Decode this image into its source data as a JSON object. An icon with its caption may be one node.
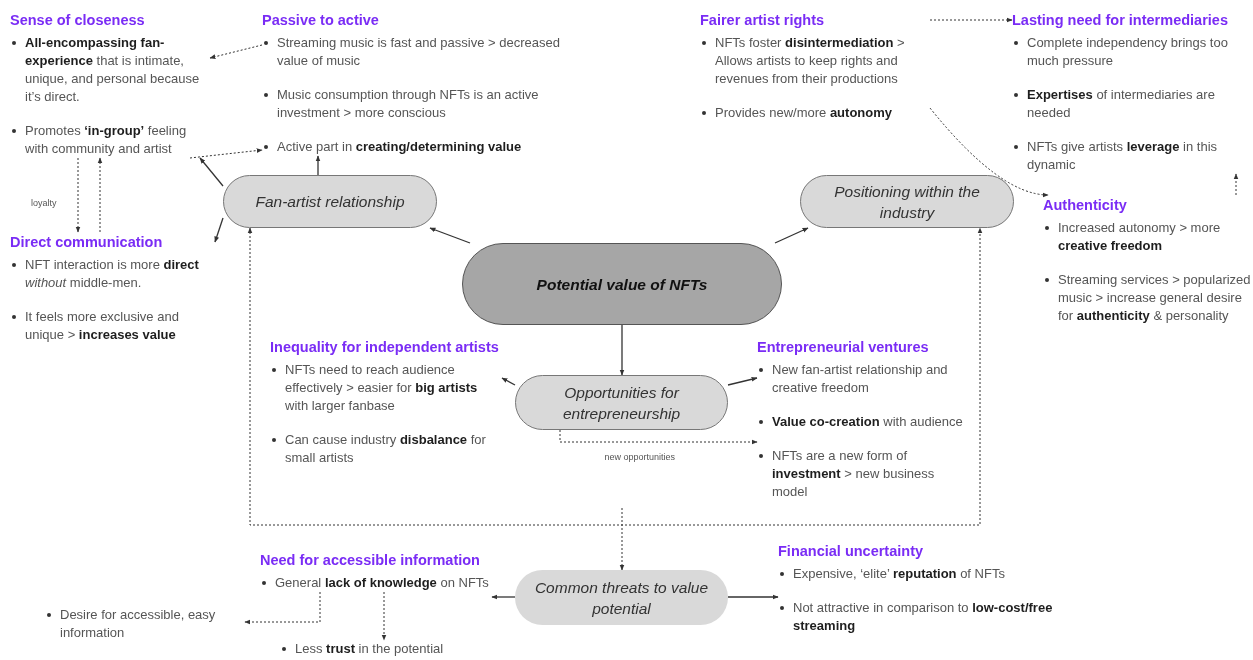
{
  "diagram": {
    "nodes": [
      {
        "text": [
          "Sense of closeness",
          "**All-encompassing fan-experience** that is intimate, unique, and personal because it’s direct.",
          "Promotes **‘in-group’** feeling with community and artist"
        ]
      },
      {
        "text": [
          "Passive to active",
          "Streaming music is fast and passive > decreased value of music",
          "Music consumption through NFTs is an active investment > more conscious",
          "Active part in **creating/determining value**"
        ]
      },
      {
        "text": [
          "Fairer artist rights",
          "NFTs foster **disintermediation** > Allows artists to keep rights and revenues from their productions",
          "Provides new/more **autonomy**"
        ]
      },
      {
        "text": [
          "Lasting need for intermediaries",
          "Complete independency brings too much pressure",
          "**Expertises** of intermediaries are needed",
          "NFTs give artists **leverage** in this dynamic"
        ]
      },
      {
        "text": [
          "Direct communication",
          "NFT interaction is more **direct** *without* middle-men.",
          "It feels more exclusive and unique > **increases value**"
        ]
      },
      {
        "text": [
          "Fan-artist relationship"
        ]
      },
      {
        "text": [
          "Positioning within the industry"
        ]
      },
      {
        "text": [
          "Authenticity",
          "Increased autonomy > more **creative freedom**",
          "Streaming services > popularized music > increase general desire for **authenticity** & personality"
        ]
      },
      {
        "text": [
          "Potential value of NFTs"
        ]
      },
      {
        "text": [
          "Inequality for independent artists",
          "NFTs need to reach audience effectively > easier for **big artists** with larger fanbase",
          "Can cause industry **disbalance** for small artists"
        ]
      },
      {
        "text": [
          "Opportunities for entrepreneurship"
        ]
      },
      {
        "text": [
          "Entrepreneurial ventures",
          "New fan-artist relationship and creative freedom",
          "**Value co-creation** with audience",
          "NFTs are a new form of **investment** > new business model"
        ]
      },
      {
        "text": [
          "Need for accessible information",
          "General **lack of knowledge** on NFTs"
        ]
      },
      {
        "text": [
          "Common threats to value potential"
        ]
      },
      {
        "text": [
          "Financial uncertainty",
          "Expensive, ‘elite’ **reputation** of NFTs",
          "Not attractive in comparison to **low-cost/free streaming**"
        ]
      },
      {
        "text": [
          "Desire for accessible, easy information"
        ]
      },
      {
        "text": [
          "Less **trust** in the potential"
        ]
      }
    ],
    "edges": [
      {
        "from": 8,
        "to": 5,
        "arrow": "to"
      },
      {
        "from": 8,
        "to": 6,
        "arrow": "to"
      },
      {
        "from": 8,
        "to": 10,
        "arrow": "to"
      },
      {
        "from": 5,
        "to": 1,
        "arrow": "to"
      },
      {
        "from": 5,
        "to": 0,
        "arrow": "to"
      },
      {
        "from": 5,
        "to": 4,
        "arrow": "to"
      },
      {
        "from": 0,
        "to": 1,
        "arrow": "to",
        "style": "dashed"
      },
      {
        "from": 1,
        "to": 0,
        "arrow": "to",
        "style": "dashed"
      },
      {
        "from": 0,
        "to": 4,
        "arrow": "to",
        "style": "dashed",
        "label": "loyalty"
      },
      {
        "from": 4,
        "to": 0,
        "arrow": "to",
        "style": "dashed"
      },
      {
        "from": 2,
        "to": 3,
        "arrow": "to",
        "style": "dashed"
      },
      {
        "from": 2,
        "to": 7,
        "arrow": "to",
        "style": "dashed"
      },
      {
        "from": 7,
        "to": 3,
        "arrow": "to",
        "style": "dashed"
      },
      {
        "from": 5,
        "to": 6,
        "arrow": "both",
        "style": "dashed"
      },
      {
        "from": null,
        "to": 13,
        "arrow": "to",
        "style": "dashed"
      },
      {
        "from": 10,
        "to": 11,
        "arrow": "to",
        "style": "dashed",
        "label": "new opportunities"
      },
      {
        "from": 10,
        "to": 9,
        "arrow": "to"
      },
      {
        "from": 10,
        "to": 11,
        "arrow": "to"
      },
      {
        "from": 13,
        "to": 12,
        "arrow": "to"
      },
      {
        "from": 13,
        "to": 14,
        "arrow": "to"
      },
      {
        "from": 12,
        "to": 15,
        "arrow": "to",
        "style": "dashed"
      },
      {
        "from": 12,
        "to": 16,
        "arrow": "to",
        "style": "dashed"
      }
    ]
  }
}
